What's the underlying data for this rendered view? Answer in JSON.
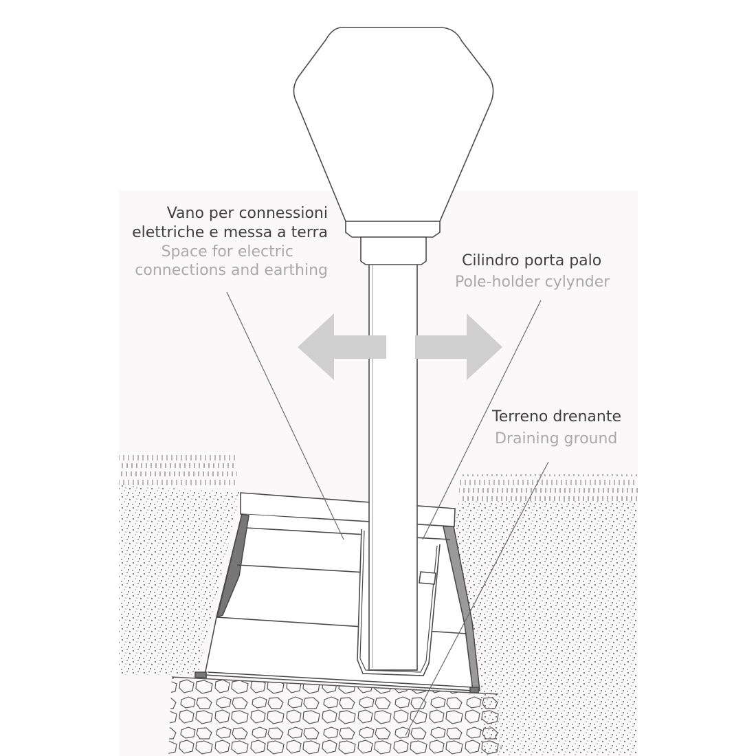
{
  "colors": {
    "panel": "#faf8f8",
    "outline": "#4a4a4a",
    "arrow": "#cfcfcf",
    "text_primary": "#3f3f3f",
    "text_secondary": "#a9a9a9"
  },
  "labels": {
    "compartment": {
      "it_line1": "Vano per connessioni",
      "it_line2": "elettriche e messa a terra",
      "en_line1": "Space for electric",
      "en_line2": "connections and earthing"
    },
    "cylinder": {
      "it": "Cilindro porta palo",
      "en": "Pole-holder cylynder"
    },
    "ground": {
      "it": "Terreno drenante",
      "en": "Draining ground"
    }
  },
  "arrows": {
    "left": "arrow-left-icon",
    "right": "arrow-right-icon"
  }
}
